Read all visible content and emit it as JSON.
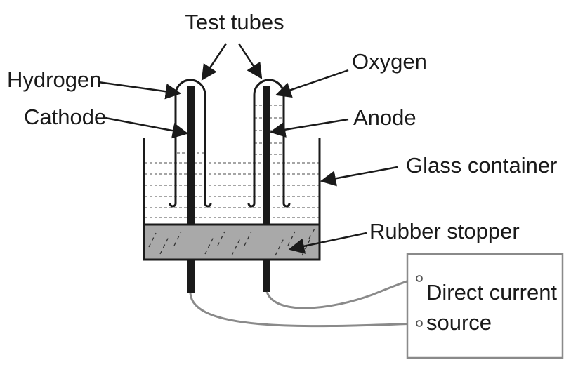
{
  "labels": {
    "test_tubes": "Test tubes",
    "hydrogen": "Hydrogen",
    "oxygen": "Oxygen",
    "cathode": "Cathode",
    "anode": "Anode",
    "glass_container": "Glass container",
    "rubber_stopper": "Rubber stopper",
    "dc_source_line1": "Direct current",
    "dc_source_line2": "source"
  },
  "colors": {
    "ink": "#1a1a1a",
    "wire": "#8a8a8a",
    "stopper": "#a9a9a9",
    "water_line": "#6f6f6f"
  }
}
